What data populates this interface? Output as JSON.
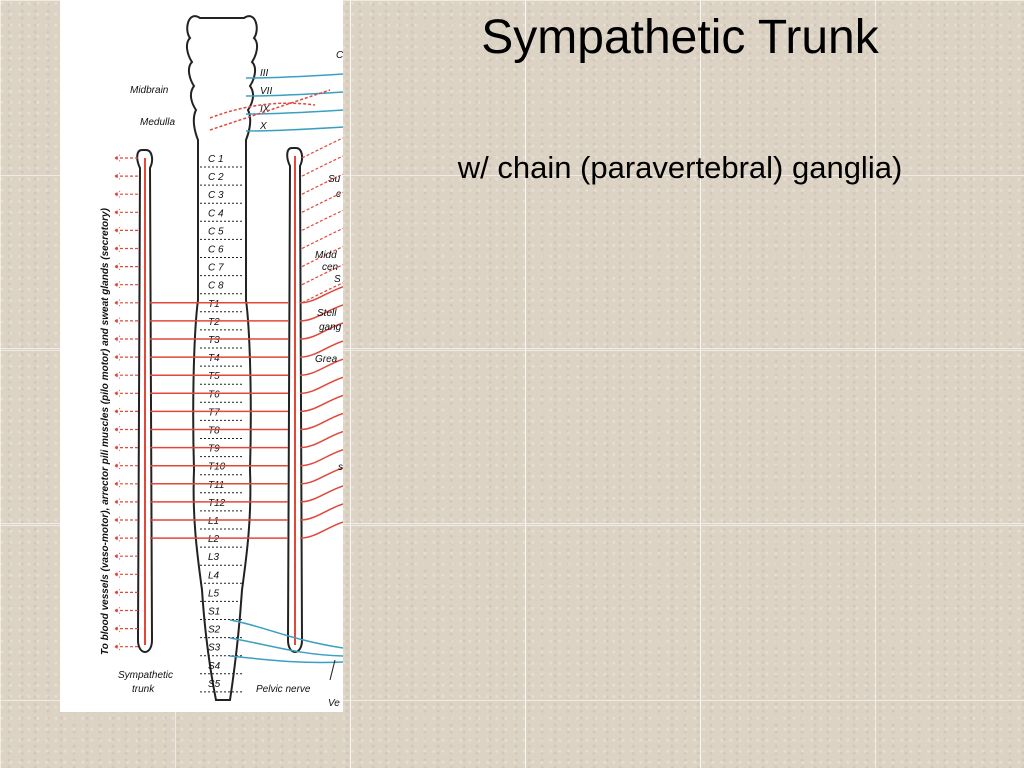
{
  "slide": {
    "title": "Sympathetic Trunk",
    "subtitle": "w/ chain (paravertebral) ganglia)"
  },
  "figure": {
    "cranial_nerves": [
      "III",
      "VII",
      "IX",
      "X"
    ],
    "brain_labels": {
      "midbrain": "Midbrain",
      "medulla": "Medulla"
    },
    "segments": [
      "C 1",
      "C 2",
      "C 3",
      "C 4",
      "C 5",
      "C 6",
      "C 7",
      "C 8",
      "T1",
      "T2",
      "T3",
      "T4",
      "T5",
      "T6",
      "T7",
      "T8",
      "T9",
      "T10",
      "T11",
      "T12",
      "L1",
      "L2",
      "L3",
      "L4",
      "L5",
      "S1",
      "S2",
      "S3",
      "S4",
      "S5"
    ],
    "vertical_caption": "To blood vessels (vaso-motor), arrector pili muscles (pilo motor) and sweat glands (secretory)",
    "trunk_label_1": "Sympathetic",
    "trunk_label_2": "trunk",
    "pelvic_label": "Pelvic nerve",
    "cut_labels": [
      "C",
      "Su",
      "c",
      "Midd",
      "cen",
      "S",
      "Stell",
      "gang",
      "Grea",
      "s",
      "Ve"
    ]
  },
  "colors": {
    "background": "#dcd3c4",
    "sympathetic_red": "#e2473a",
    "parasympathetic_blue": "#3a9fc0"
  }
}
